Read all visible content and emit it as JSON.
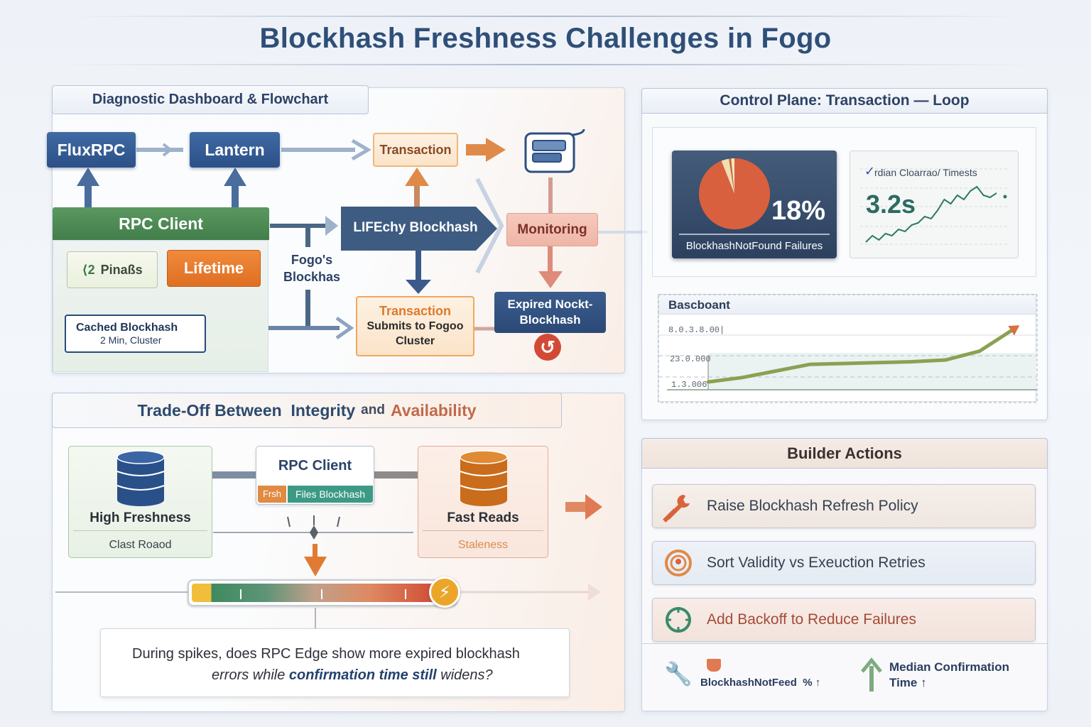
{
  "title": "Blockhash Freshness Challenges in Fogo",
  "flowchart": {
    "heading": "Diagnostic Dashboard & Flowchart",
    "nodes": {
      "fluxrpc": "FluxRPC",
      "lantern": "Lantern",
      "transaction_top": "Transaction",
      "rpc_client": "RPC Client",
      "pinaes": "Pinaßs",
      "pinaes_icon_text": "⟨2",
      "lifetime": "Lifetime",
      "fogos_blockhash": "Fogo's Blockhas",
      "fetch_blockhash": "LIFEchy Blockhash",
      "monitoring": "Monitoring",
      "cached_blockhash_title": "Cached Blockhash",
      "cached_blockhash_sub": "2 Min, Cluster",
      "transaction_submit_title": "Transaction",
      "transaction_submit_sub": "Submits to Fogoo Cluster",
      "expired": "Expired Nockt-Blockhash"
    }
  },
  "control_plane": {
    "heading": "Control Plane: Transaction — Loop",
    "failures_card": {
      "value": "18%",
      "label": "BlockhashNotFound Failures",
      "pie_fraction": 0.94
    },
    "confirmation_card": {
      "label": "rdian Cloarrao/ Timests",
      "value": "3.2s",
      "sparkline": [
        2.1,
        2.4,
        2.2,
        2.5,
        2.4,
        2.7,
        2.6,
        2.9,
        3.0,
        3.3,
        3.2,
        3.6,
        4.1,
        3.9,
        4.3,
        4.1,
        4.5,
        4.7,
        4.3,
        4.2,
        4.4
      ]
    },
    "baseline_chart": {
      "title": "Bascboant",
      "y_ticks": [
        "8.0.3.8.00|",
        "23.0.000",
        "1.3.006"
      ],
      "series": [
        1.0,
        1.1,
        1.25,
        1.4,
        1.42,
        1.44,
        1.46,
        1.5,
        1.7,
        2.2
      ]
    }
  },
  "tradeoff": {
    "heading_part1": "Trade-Off Between  Integrity",
    "heading_and": "and",
    "heading_part2": "Availability",
    "left_card": {
      "title": "High Freshness",
      "sub": "Clast Roaod"
    },
    "center": {
      "title": "RPC Client",
      "tag_left": "Frsh",
      "tag_right": "Files Blockhash"
    },
    "right_card": {
      "title": "Fast Reads",
      "sub": "Staleness"
    },
    "slider_position": 0.5,
    "question_part1": "During spikes, does RPC Edge show more expired blockhash",
    "question_part2": "errors while ",
    "question_emph": "confirmation time still",
    "question_part3": " widens?"
  },
  "builder_actions": {
    "heading": "Builder Actions",
    "items": [
      {
        "label": "Raise Blockhash Refresh Policy",
        "icon": "wrench-icon"
      },
      {
        "label": "Sort Validity vs Exeuction Retries",
        "icon": "target-ring-icon"
      },
      {
        "label": "Add Backoff to Reduce Failures",
        "icon": "crosshair-icon"
      }
    ],
    "footer": {
      "metric1": "BlockhashNotFeed  % ↑",
      "metric2_line1": "Median Confirmation",
      "metric2_line2": "Time ↑"
    }
  },
  "colors": {
    "title": "#2f4f78",
    "blue_box": "#2c5088",
    "green_box": "#4a8752",
    "orange": "#e07a34",
    "red_pie": "#d9603f",
    "teal": "#2e7a5e"
  }
}
